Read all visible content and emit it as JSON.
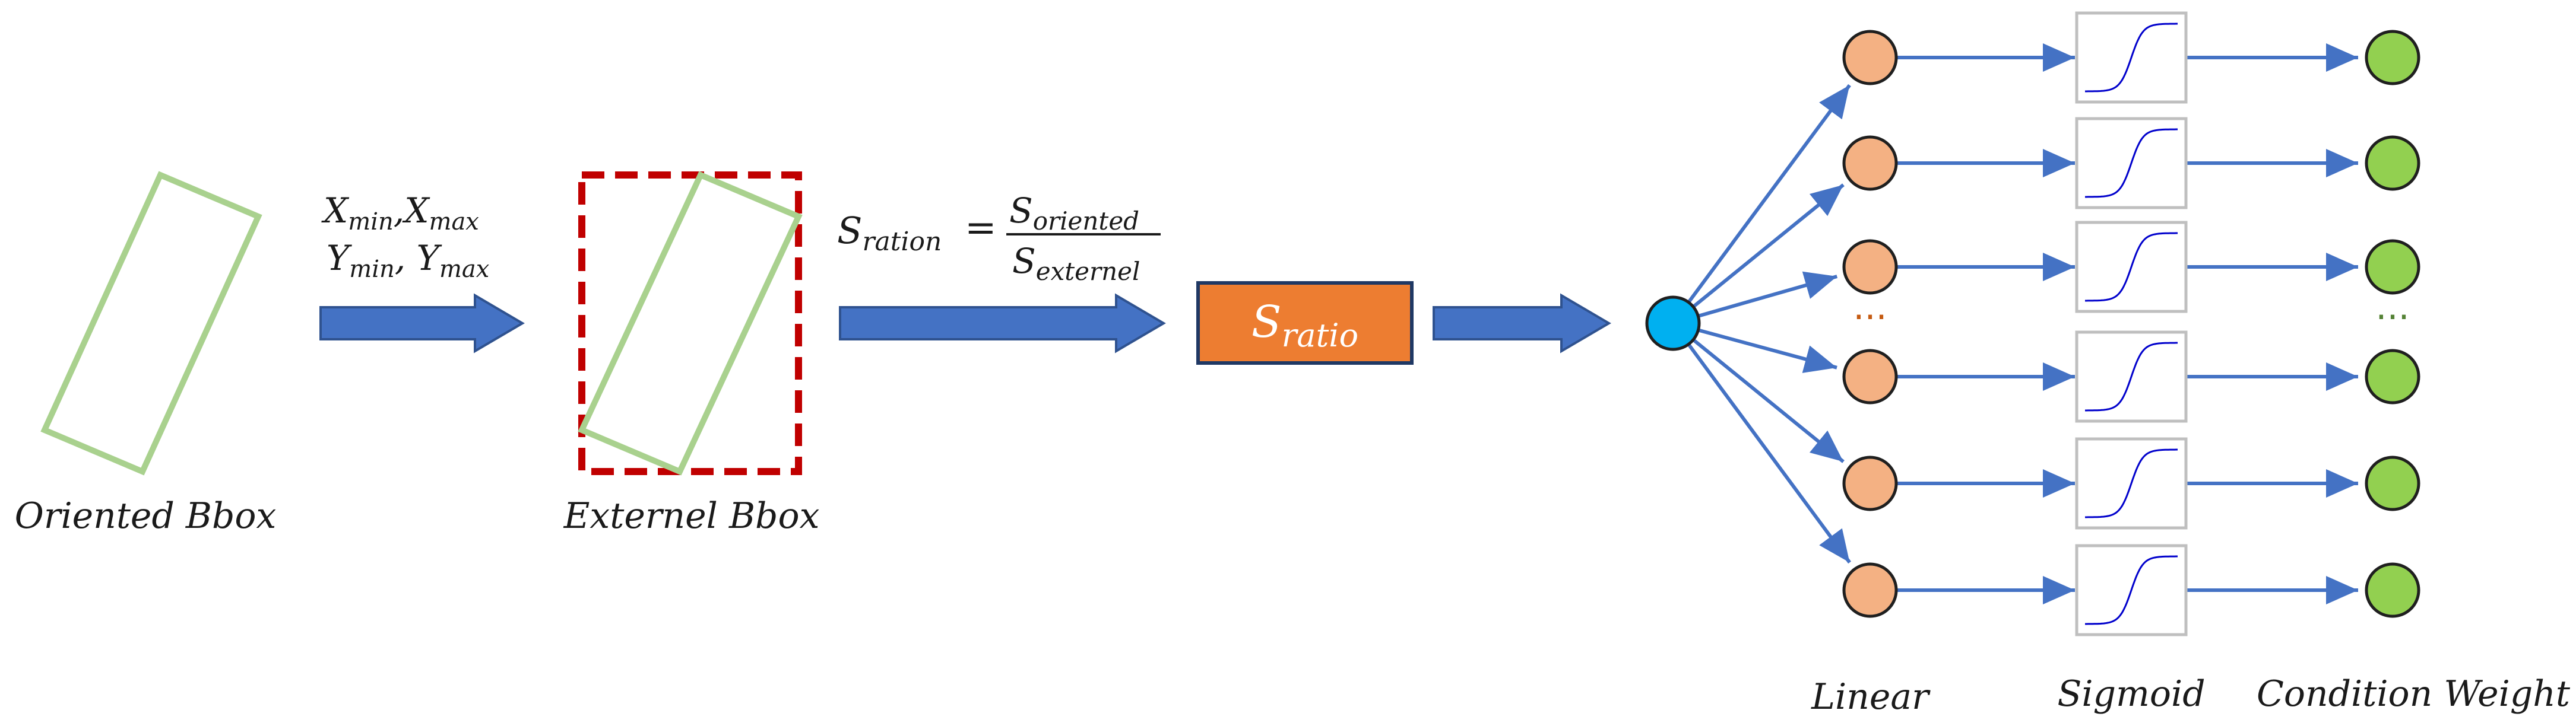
{
  "labels": {
    "oriented_bbox": "Oriented Bbox",
    "external_bbox": "Externel Bbox",
    "linear": "Linear",
    "sigmoid": "Sigmoid",
    "condition_weight": "Condition Weight"
  },
  "formulas": {
    "coords_line1": "X",
    "coords_line1_sub_a": "min",
    "coords_line1_sep": ",X",
    "coords_line1_sub_b": "max",
    "coords_line2": "Y",
    "coords_line2_sub_a": "min",
    "coords_line2_sep": ", Y",
    "coords_line2_sub_b": "max",
    "ratio_lhs": "S",
    "ratio_lhs_sub": "ration",
    "ratio_eq": "=",
    "ratio_num": "S",
    "ratio_num_sub": "oriented",
    "ratio_den": "S",
    "ratio_den_sub": "externel",
    "box_main": "S",
    "box_sub": "ratio"
  },
  "ellipsis": {
    "linear": "···",
    "weight": "···"
  },
  "colors": {
    "bbox_green": "#a9d18e",
    "dashed_red": "#c00000",
    "arrow_blue": "#4472c4",
    "arrow_outline": "#2f528f",
    "box_orange": "#ed7d31",
    "box_outline": "#1f3864",
    "input_node": "#00b0f0",
    "linear_node": "#f4b183",
    "weight_node": "#92d050",
    "node_stroke": "#1f1f1f",
    "sigmoid_curve": "#0000cc",
    "sigmoid_frame": "#bfbfbf",
    "ellipsis_linear": "#c55a11",
    "ellipsis_weight": "#548235"
  }
}
